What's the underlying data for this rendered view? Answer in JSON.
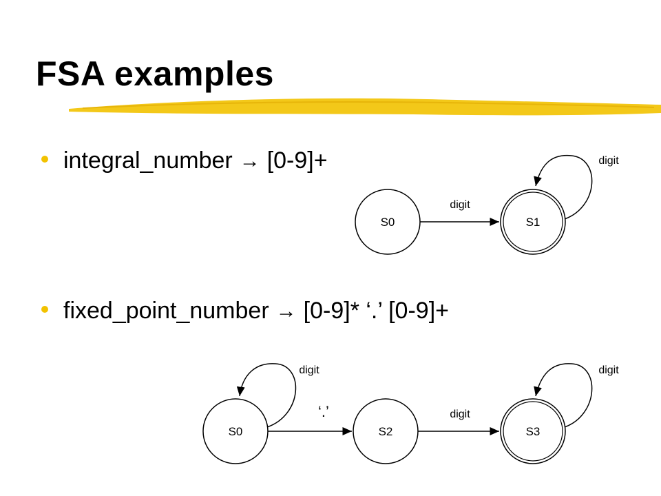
{
  "title": "FSA examples",
  "bullets": [
    {
      "name": "integral_number",
      "rhs": "[0-9]+"
    },
    {
      "name": "fixed_point_number",
      "rhs": "[0-9]* ‘.’ [0-9]+"
    }
  ],
  "arrow_symbol": "→",
  "accent_color": "#f2c200",
  "fsa1": {
    "states": [
      "S0",
      "S1"
    ],
    "edge_label": "digit",
    "loop_label": "digit"
  },
  "fsa2": {
    "states": [
      "S0",
      "S2",
      "S3"
    ],
    "loop_s0_label": "digit",
    "edge_s0_s2_label": "‘.’",
    "edge_s2_s3_label": "digit",
    "loop_s3_label": "digit"
  }
}
